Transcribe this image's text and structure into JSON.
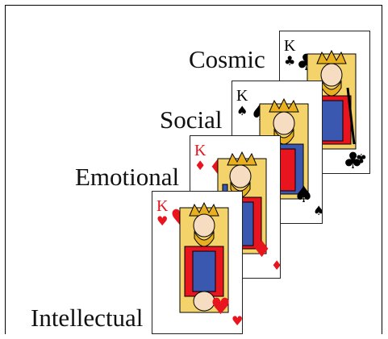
{
  "labels": {
    "cosmic": "Cosmic",
    "social": "Social",
    "emotional": "Emotional",
    "intellectual": "Intellectual"
  },
  "cards": [
    {
      "id": "king-of-clubs",
      "rank": "K",
      "suit": "clubs",
      "suit_glyph": "♣",
      "color": "#000000"
    },
    {
      "id": "king-of-spades",
      "rank": "K",
      "suit": "spades",
      "suit_glyph": "♠",
      "color": "#000000"
    },
    {
      "id": "king-of-diamonds",
      "rank": "K",
      "suit": "diamonds",
      "suit_glyph": "♦",
      "color": "#e8141e"
    },
    {
      "id": "king-of-hearts",
      "rank": "K",
      "suit": "hearts",
      "suit_glyph": "♥",
      "color": "#e8141e"
    }
  ],
  "colors": {
    "red": "#e8141e",
    "gold": "#e8b020",
    "blue": "#3a58b0",
    "black": "#000000"
  }
}
